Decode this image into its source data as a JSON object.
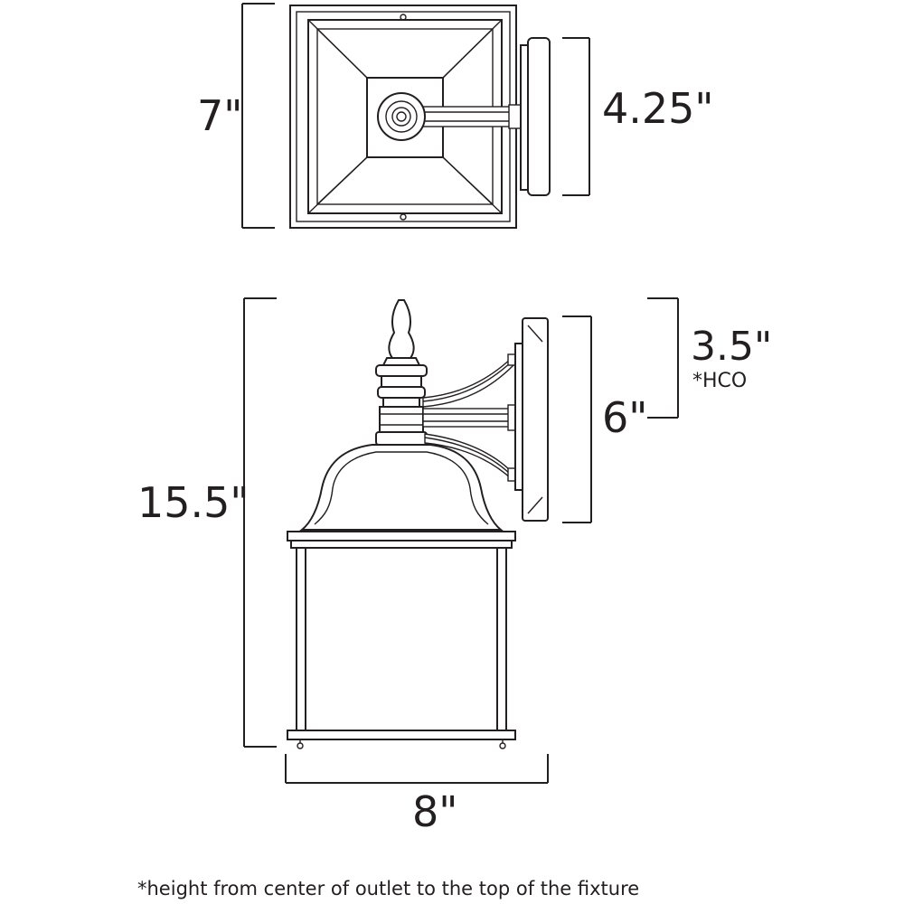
{
  "dimensions": {
    "top_depth": "7\"",
    "backplate_width": "4.25\"",
    "overall_height": "15.5\"",
    "hco_value": "3.5\"",
    "hco_label": "*HCO",
    "backplate_height": "6\"",
    "width": "8\""
  },
  "footnote": "*height from center of outlet to the top of the fixture"
}
